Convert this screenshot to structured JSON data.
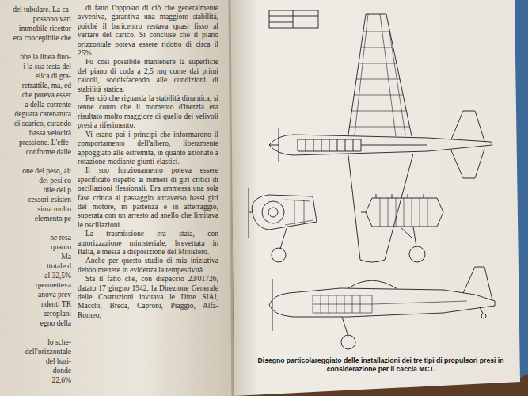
{
  "diagram": {
    "caption": "Disegno particolareggiato delle installazioni dei tre tipi di propulsori presi in considerazione per il caccia MCT.",
    "labels": [
      "del tubulare. La ca-",
      "possono vari",
      "immobile ricettor",
      "era concepibile che",
      "bbe la linea fluo-",
      "i la sua testa del",
      "elica di gra-",
      "retrattile, ma, ed",
      "che poteva esser",
      "a della corrente",
      "deguata carenatura",
      "di scarico, curando",
      "bassa velocità",
      "pressione. L'effe-",
      "conforme dalle",
      "one del peso, alt",
      "dei pesi co",
      "bile del p",
      "cessori esisten",
      "sima molto",
      "elemento pe",
      "ne resa",
      "quanto",
      "Ma",
      "ttotale d",
      "al 32,5%",
      "rpermetteva",
      "anova prev",
      "ndenti TR",
      "aeroplani",
      "egno della",
      "lo sche-",
      "dell'orizzontale",
      "del bari-",
      "donde",
      "22,6%",
      "di fatto l'opposto di ciò che generalmente avveniva, garantiva una maggiore stabilità, poiché il baricentro restava quasi fisso al variare del carico. Si concluse che il piano orizzontale poteva essere ridotto di circa il 25%.",
      "Fu così possibile mantenere la superficie del piano di coda a 2,5 mq come dai primi calcoli, soddisfacendo alle condizioni di stabilità statica.",
      "Per ciò che riguarda la stabilità dinamica, si tenne conto che il momento d'inerzia era risultato molto maggiore di quello dei velivoli presi a riferimento.",
      "Vi erano poi i principi che informarono il comportamento dell'albero, liberamente appoggiato alle estremità, in quanto azionato a rotazione mediante giunti elastici.",
      "Il suo funzionamento poteva essere specificato rispetto ai numeri di giri critici di oscillazioni flessionali. Era ammessa una sola fase critica al passaggio attraverso bassi giri del motore, in partenza e in atterraggio, superata con un arresto ad anello che limitava le oscillazioni.",
      "La trasmissione era stata, con autorizzazione ministeriale, brevettata in Italia, e messa a disposizione del Ministero.",
      "Anche per questo studio di mia iniziativa debbo mettere in evidenza la tempestività.",
      "Sta il fatto che, con dispaccio 23/01726, datato 17 giugno 1942, la Direzione Generale delle Costruzioni invitava le Ditte SIAI, Macchi, Breda, Caproni, Piaggio, Alfa-Romeo,"
    ]
  }
}
